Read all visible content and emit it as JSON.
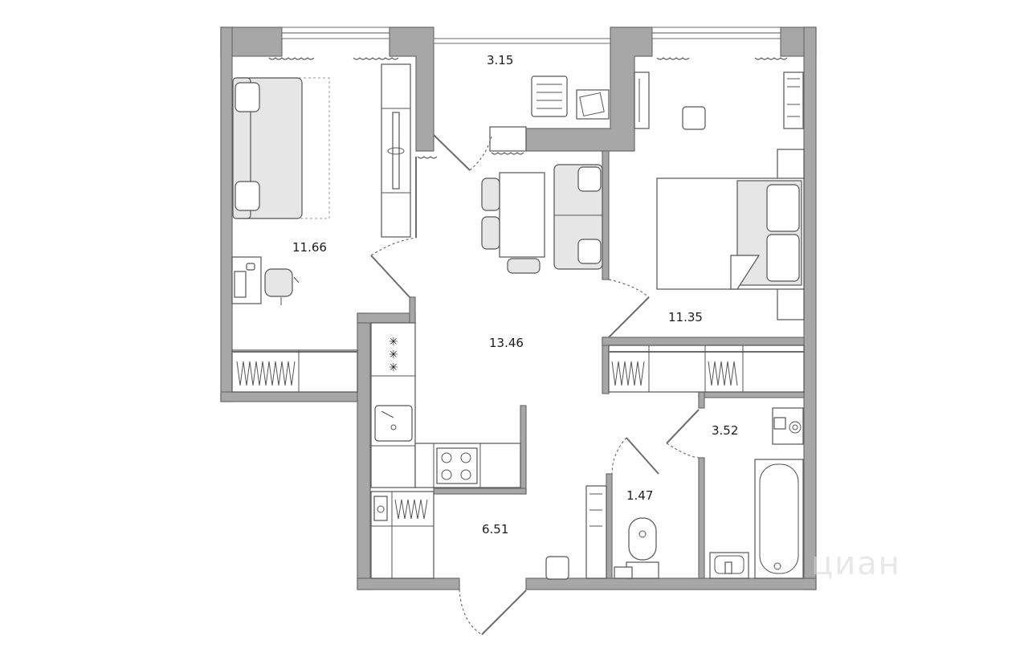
{
  "rooms": [
    {
      "id": "living-room",
      "area": "11.66"
    },
    {
      "id": "balcony",
      "area": "3.15"
    },
    {
      "id": "bedroom",
      "area": "11.35"
    },
    {
      "id": "kitchen",
      "area": "13.46"
    },
    {
      "id": "hallway",
      "area": "6.51"
    },
    {
      "id": "bathroom",
      "area": "3.52"
    },
    {
      "id": "toilet",
      "area": "1.47"
    }
  ],
  "watermark": "циан",
  "colors": {
    "wall": "#a7a7a7",
    "wall_edge": "#6d6d6d",
    "furniture": "#e6e6e6",
    "background": "#ffffff"
  }
}
